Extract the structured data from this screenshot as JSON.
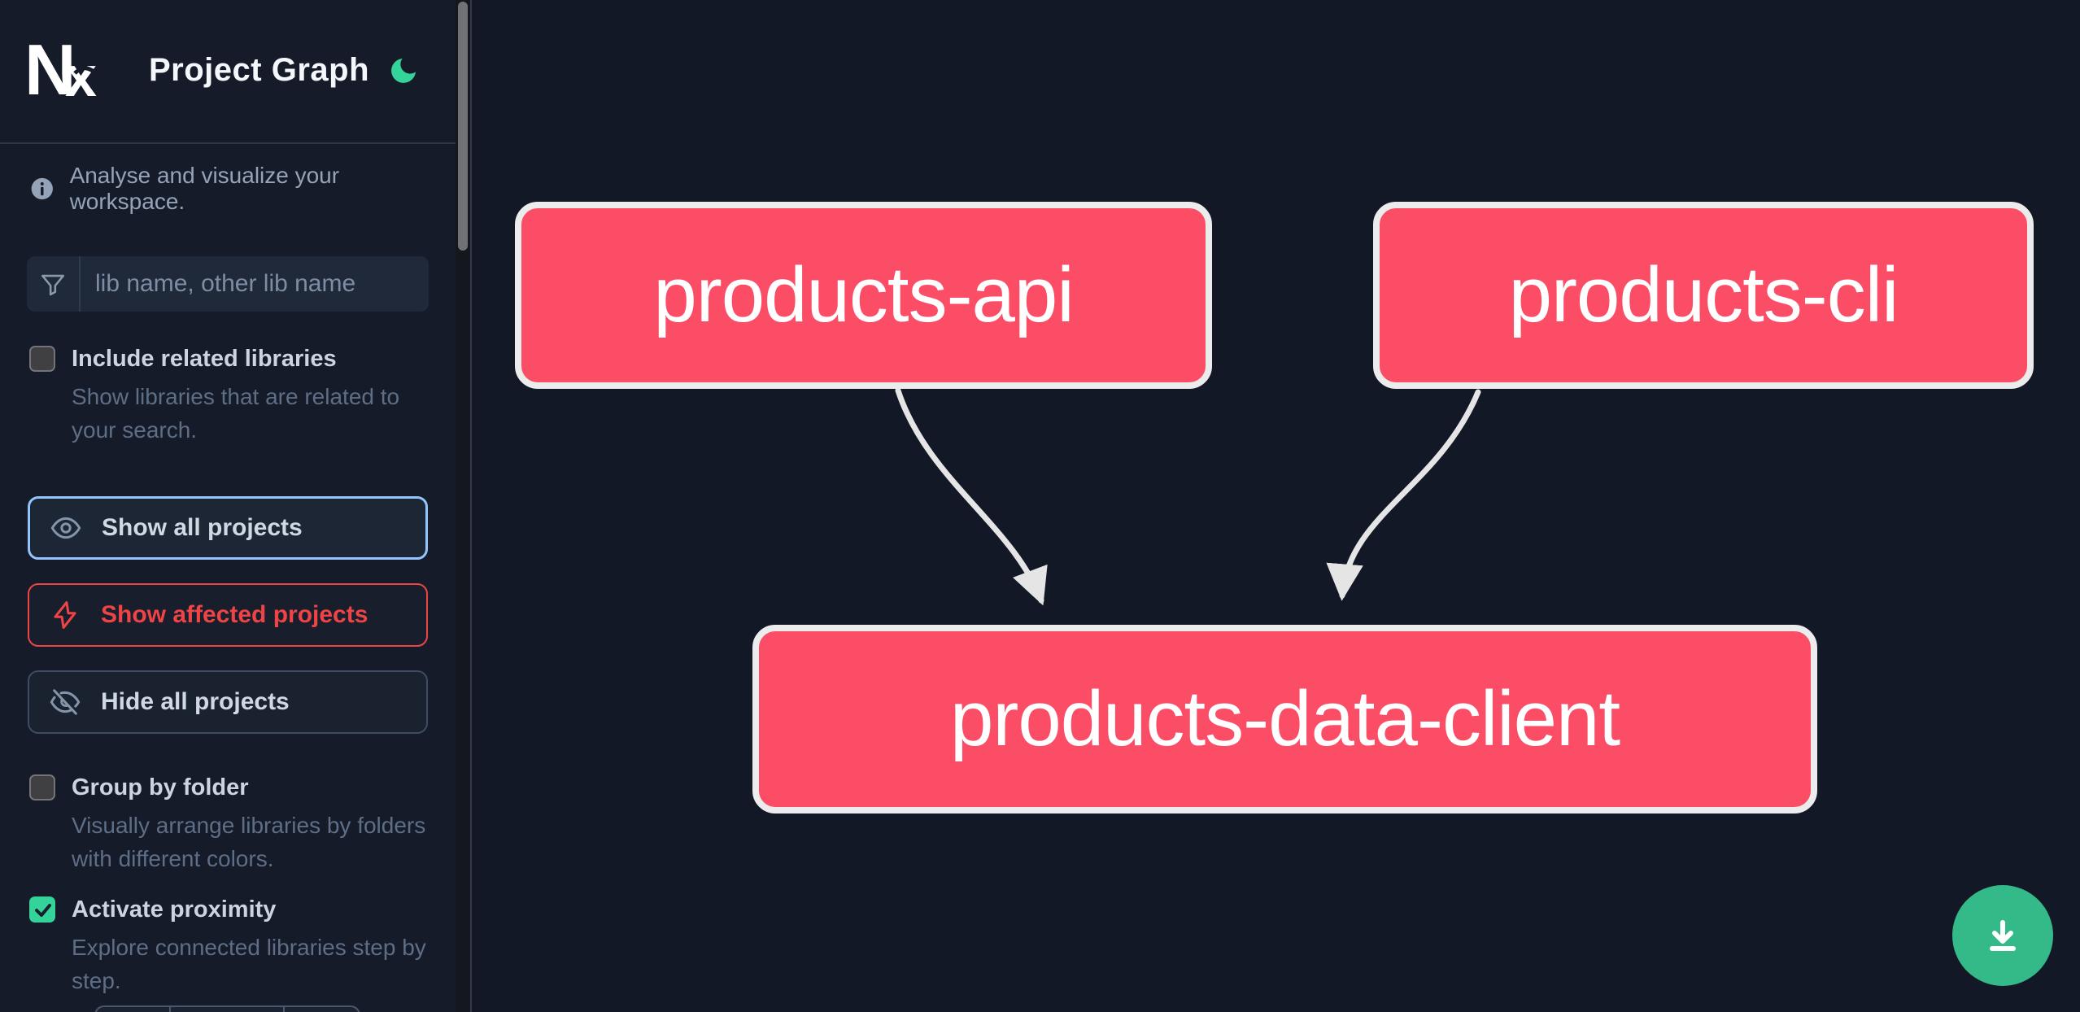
{
  "header": {
    "logo": "Nx",
    "title": "Project Graph",
    "theme_icon": "moon-icon"
  },
  "sidebar": {
    "tagline": "Analyse and visualize your workspace.",
    "search": {
      "placeholder": "lib name, other lib name",
      "value": ""
    },
    "related": {
      "label": "Include related libraries",
      "description": "Show libraries that are related to your search.",
      "checked": false
    },
    "actions": {
      "show_all": {
        "label": "Show all projects"
      },
      "show_affected": {
        "label": "Show affected projects"
      },
      "hide_all": {
        "label": "Hide all projects"
      }
    },
    "group_by_folder": {
      "label": "Group by folder",
      "description": "Visually arrange libraries by folders with different colors.",
      "checked": false
    },
    "proximity": {
      "label": "Activate proximity",
      "description": "Explore connected libraries step by step.",
      "checked": true
    }
  },
  "graph": {
    "nodes": [
      {
        "id": "products-api",
        "label": "products-api"
      },
      {
        "id": "products-cli",
        "label": "products-cli"
      },
      {
        "id": "products-data-client",
        "label": "products-data-client"
      }
    ],
    "edges": [
      {
        "source": "products-api",
        "target": "products-data-client"
      },
      {
        "source": "products-cli",
        "target": "products-data-client"
      }
    ]
  },
  "colors": {
    "node_fill": "#fb4d66",
    "node_border": "#ececec",
    "edge": "#e5e5e5",
    "accent_green": "#34d399",
    "focus_blue": "#93c5fd",
    "affected_red": "#ee4445",
    "fab_green": "#34b989"
  }
}
